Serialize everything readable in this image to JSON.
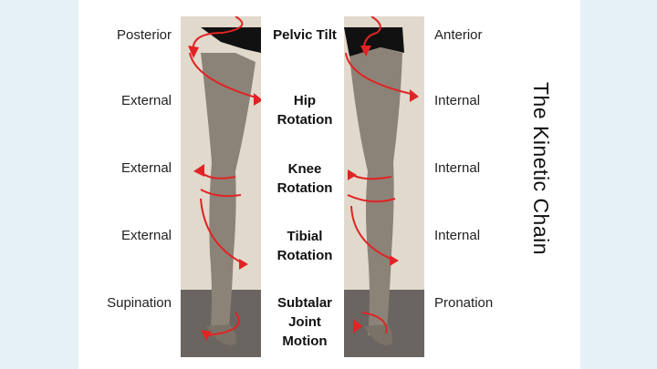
{
  "title": "The Kinetic Chain",
  "rows": [
    {
      "left": "Posterior",
      "center": "Pelvic Tilt",
      "right": "Anterior"
    },
    {
      "left": "External",
      "center": "Hip Rotation",
      "right": "Internal"
    },
    {
      "left": "External",
      "center": "Knee Rotation",
      "right": "Internal"
    },
    {
      "left": "External",
      "center": "Tibial Rotation",
      "right": "Internal"
    },
    {
      "left": "Supination",
      "center": "Subtalar Joint Motion",
      "right": "Pronation"
    }
  ],
  "center_lines": {
    "r1": [
      "Pelvic Tilt"
    ],
    "r2": [
      "Hip",
      "Rotation"
    ],
    "r3": [
      "Knee",
      "Rotation"
    ],
    "r4": [
      "Tibial",
      "Rotation"
    ],
    "r5": [
      "Subtalar",
      "Joint",
      "Motion"
    ]
  },
  "colors": {
    "arrow": "#e02424",
    "background": "#e9f2f8",
    "panel": "#ffffff"
  }
}
